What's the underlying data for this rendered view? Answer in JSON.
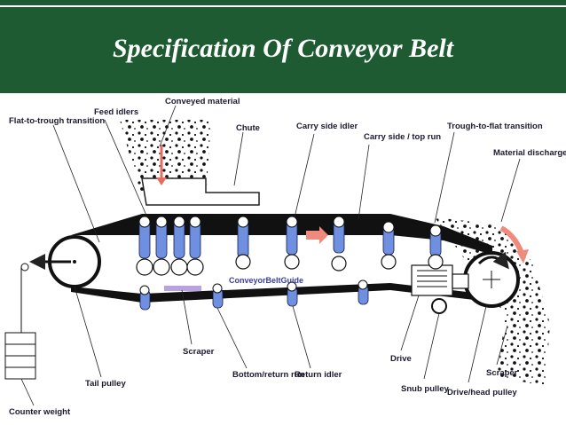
{
  "header": {
    "title": "Specification Of Conveyor Belt"
  },
  "labels": {
    "conveyed_material": "Conveyed material",
    "feed_idlers": "Feed idlers",
    "flat_to_trough": "Flat-to-trough transition",
    "chute": "Chute",
    "carry_side_idler": "Carry side idler",
    "carry_side_top_run": "Carry side / top run",
    "trough_to_flat": "Trough-to-flat transition",
    "material_discharge": "Material discharge",
    "watermark": "ConveyorBeltGuide",
    "scraper_left": "Scraper",
    "bottom_return_run": "Bottom/return run",
    "return_idler": "Return idler",
    "tail_pulley": "Tail pulley",
    "counter_weight": "Counter weight",
    "drive": "Drive",
    "snub_pulley": "Snub pulley",
    "drive_head_pulley": "Drive/head pulley",
    "scraper_right": "Scraper"
  },
  "colors": {
    "header": "#1e5b32",
    "idler": "#6f90e0",
    "belt": "#111111",
    "arrow": "#f08a7c",
    "scraper": "#b9a2e0"
  }
}
